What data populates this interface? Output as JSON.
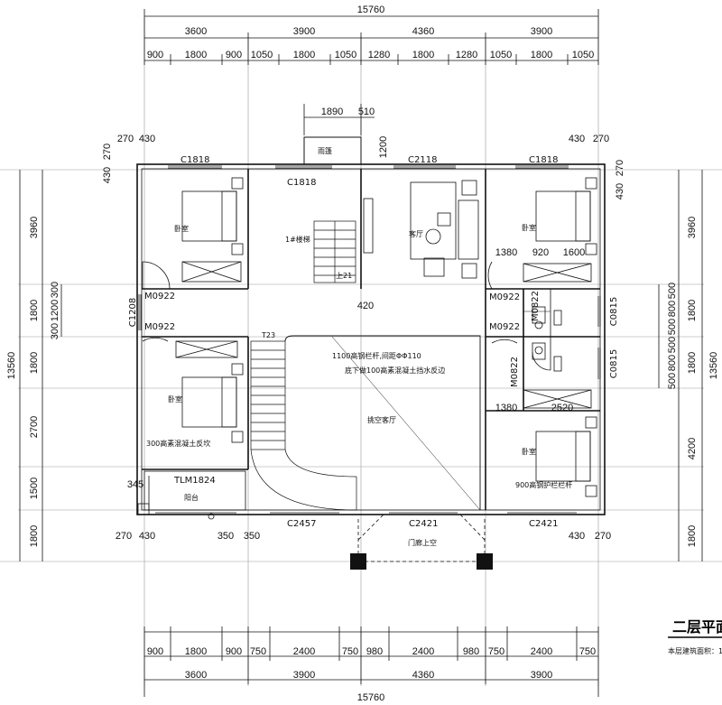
{
  "drawing": {
    "title": "二层平面",
    "area_note": "本层建筑面积：1"
  },
  "dimensions": {
    "total_width": "15760",
    "total_depth": "13560",
    "top_row1": [
      "3600",
      "3900",
      "4360",
      "3900"
    ],
    "top_row2": [
      "900",
      "1800",
      "900",
      "1050",
      "1800",
      "1050",
      "1280",
      "1800",
      "1280",
      "1050",
      "1800",
      "1050"
    ],
    "bottom_row1": [
      "3600",
      "3900",
      "4360",
      "3900"
    ],
    "bottom_row2": [
      "900",
      "1800",
      "900",
      "750",
      "2400",
      "750",
      "980",
      "2400",
      "980",
      "750",
      "2400",
      "750"
    ],
    "left_col": [
      "3960",
      "1800",
      "1800",
      "2700",
      "1500",
      "1800"
    ],
    "left_col_small": [
      "300",
      "1200",
      "300"
    ],
    "right_col": [
      "3960",
      "1800",
      "1800",
      "4200",
      "1800"
    ],
    "right_col_small": [
      "500",
      "800",
      "500",
      "500",
      "800",
      "500"
    ],
    "canopy": [
      "1890",
      "510"
    ],
    "misc": {
      "d270a": "270",
      "d430a": "430",
      "d270b": "270",
      "d430b": "430",
      "d430c": "430",
      "d270c": "270",
      "d430d": "430",
      "d270d": "270",
      "d1200": "1200",
      "d420": "420",
      "d1380a": "1380",
      "d920": "920",
      "d1600": "1600",
      "d1380b": "1380",
      "d2520": "2520",
      "d345": "345",
      "d270e": "270",
      "d430e": "430",
      "d350a": "350",
      "d350b": "350",
      "d430f": "430",
      "d270f": "270"
    }
  },
  "rooms": {
    "bedroom": "卧室",
    "stair_label": "1#楼梯",
    "stair_up": "上21",
    "stair_t23": "T23",
    "living": "客厅",
    "void_living": "挑空客厅",
    "balcony": "阳台",
    "canopy": "雨篷",
    "entry_void": "门廊上空"
  },
  "openings": {
    "c1818_a": "C1818",
    "c1818_b": "C1818",
    "c2118": "C2118",
    "c1818_c": "C1818",
    "m0922_a": "M0922",
    "m0922_b": "M0922",
    "m0922_c": "M0922",
    "m0922_d": "M0922",
    "c1208": "C1208",
    "m0822_a": "M0822",
    "m0822_b": "M0822",
    "c0815_a": "C0815",
    "c0815_b": "C0815",
    "tlm1824": "TLM1824",
    "c2457": "C2457",
    "c2421_a": "C2421",
    "c2421_b": "C2421"
  },
  "notes": {
    "railing": "1100高钢栏杆,间距ΦΦ110",
    "curb": "底下做100高素混凝土挡水反边",
    "curb300": "300高素混凝土反坎",
    "railing900": "900高钢护栏栏杆"
  }
}
